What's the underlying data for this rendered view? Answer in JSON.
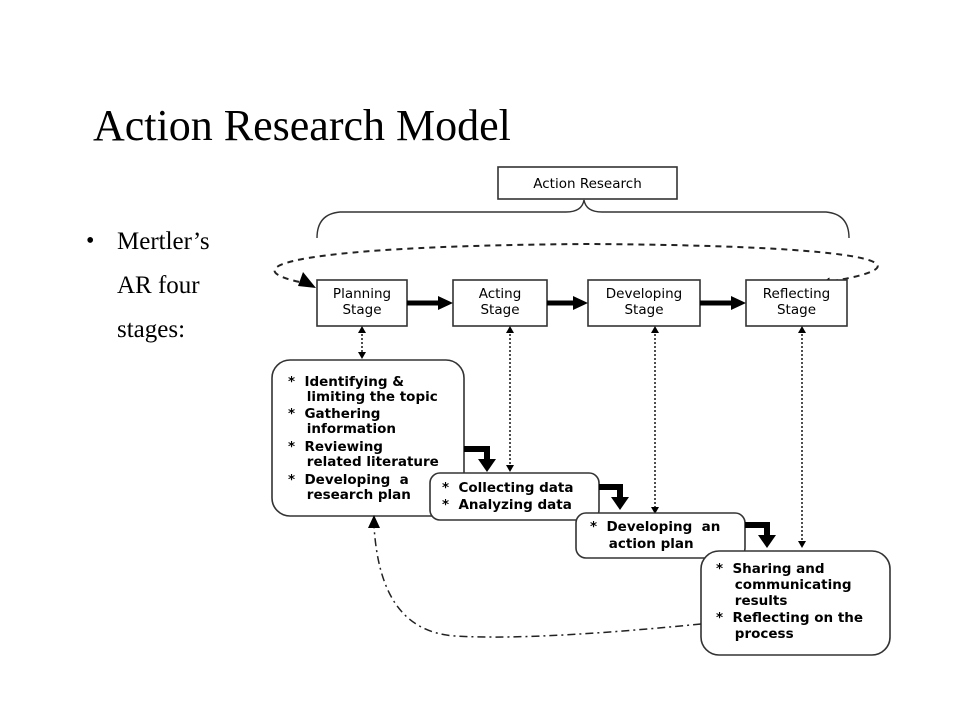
{
  "slide": {
    "title": "Action Research Model",
    "bullet_lines": [
      "Mertler’s",
      "AR four",
      "stages:"
    ]
  },
  "diagram": {
    "root_label": "Action Research",
    "stages": [
      {
        "line1": "Planning",
        "line2": "Stage"
      },
      {
        "line1": "Acting",
        "line2": "Stage"
      },
      {
        "line1": "Developing",
        "line2": "Stage"
      },
      {
        "line1": "Reflecting",
        "line2": "Stage"
      }
    ],
    "planning_items": [
      "*  Identifying &",
      "    limiting the topic",
      "*  Gathering",
      "    information",
      "*  Reviewing",
      "    related literature",
      "*  Developing  a",
      "    research plan"
    ],
    "acting_items": [
      "*  Collecting data",
      "*  Analyzing data"
    ],
    "developing_items": [
      "*  Developing  an",
      "    action plan"
    ],
    "reflecting_items": [
      "*  Sharing and",
      "    communicating",
      "    results",
      "*  Reflecting on the",
      "    process"
    ]
  }
}
